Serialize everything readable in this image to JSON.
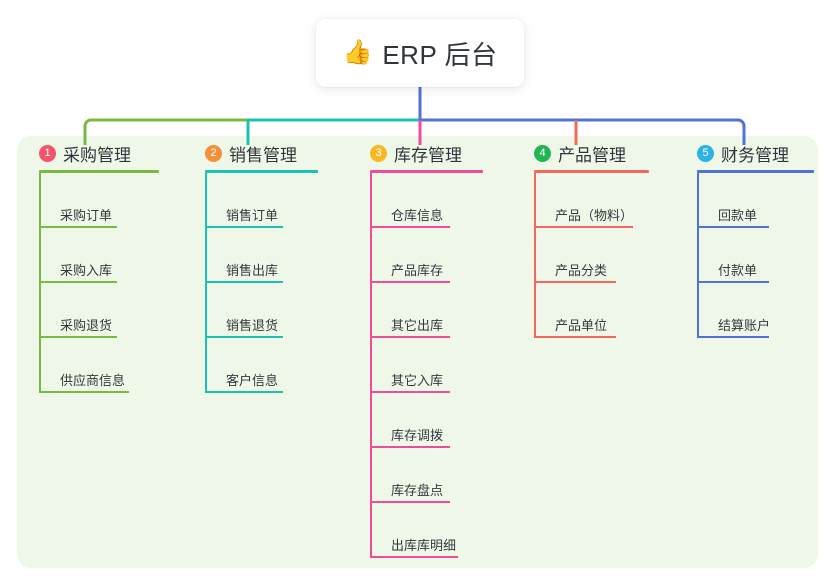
{
  "diagram": {
    "type": "mind-map",
    "root": {
      "icon": "thumbs-up-icon",
      "emoji": "👍",
      "title": "ERP 后台"
    },
    "panel_color": "#eff8e8",
    "branches": [
      {
        "number": "1",
        "label": "采购管理",
        "badge_color": "#f2546b",
        "line_color": "#7cb944",
        "items": [
          {
            "label": "采购订单"
          },
          {
            "label": "采购入库"
          },
          {
            "label": "采购退货"
          },
          {
            "label": "供应商信息"
          }
        ]
      },
      {
        "number": "2",
        "label": "销售管理",
        "badge_color": "#f4903a",
        "line_color": "#19c2b2",
        "items": [
          {
            "label": "销售订单"
          },
          {
            "label": "销售出库"
          },
          {
            "label": "销售退货"
          },
          {
            "label": "客户信息"
          }
        ]
      },
      {
        "number": "3",
        "label": "库存管理",
        "badge_color": "#f7b825",
        "line_color": "#ef4d9a",
        "items": [
          {
            "label": "仓库信息"
          },
          {
            "label": "产品库存"
          },
          {
            "label": "其它出库"
          },
          {
            "label": "其它入库"
          },
          {
            "label": "库存调拨"
          },
          {
            "label": "库存盘点"
          },
          {
            "label": "出库库明细"
          }
        ]
      },
      {
        "number": "4",
        "label": "产品管理",
        "badge_color": "#22b455",
        "line_color": "#f4675f",
        "items": [
          {
            "label": "产品（物料）"
          },
          {
            "label": "产品分类"
          },
          {
            "label": "产品单位"
          }
        ]
      },
      {
        "number": "5",
        "label": "财务管理",
        "badge_color": "#2bb3e8",
        "line_color": "#5272d4",
        "items": [
          {
            "label": "回款单"
          },
          {
            "label": "付款单"
          },
          {
            "label": "结算账户"
          }
        ]
      }
    ]
  }
}
